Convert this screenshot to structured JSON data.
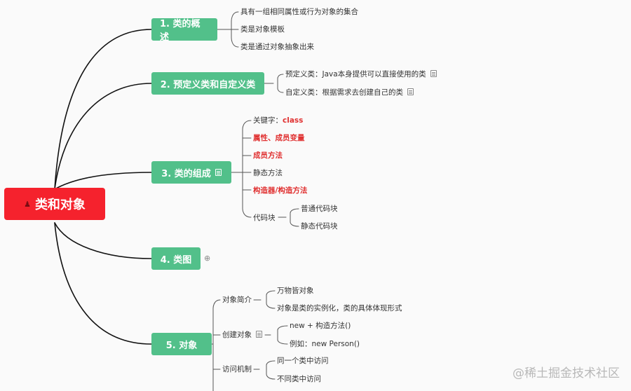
{
  "root": {
    "label": "类和对象",
    "icon": "user-icon"
  },
  "branches": [
    {
      "label": "1. 类的概述",
      "children": [
        "具有一组相同属性或行为对象的集合",
        "类是对象模板",
        "类是通过对象抽象出来"
      ]
    },
    {
      "label": "2. 预定义类和自定义类",
      "children": [
        "预定义类：Java本身提供可以直接使用的类",
        "自定义类：根据需求去创建自己的类"
      ]
    },
    {
      "label": "3. 类的组成",
      "children": [
        {
          "prefix": "关键字：",
          "value": "class"
        },
        "属性、成员变量",
        "成员方法",
        "静态方法",
        "构造器/构造方法",
        {
          "label": "代码块",
          "children": [
            "普通代码块",
            "静态代码块"
          ]
        }
      ]
    },
    {
      "label": "4. 类图",
      "expand_symbol": "⊕"
    },
    {
      "label": "5. 对象",
      "children": [
        {
          "label": "对象简介",
          "children": [
            "万物皆对象",
            "对象是类的实例化，类的具体体现形式"
          ]
        },
        {
          "label": "创建对象",
          "children": [
            "new + 构造方法()",
            "例如：new Person()"
          ]
        },
        {
          "label": "访问机制",
          "children": [
            "同一个类中访问",
            "不同类中访问"
          ]
        }
      ]
    }
  ],
  "watermark": "@稀土掘金技术社区",
  "colors": {
    "root": "#f5222d",
    "branch": "#52c08a",
    "highlight": "#e03030"
  }
}
